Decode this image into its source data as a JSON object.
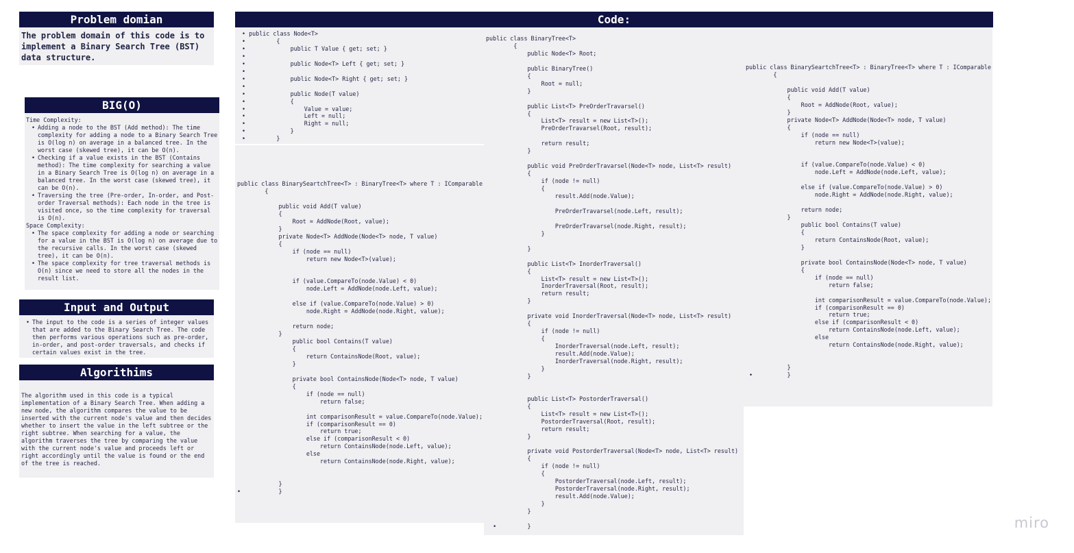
{
  "problem": {
    "title": "Problem domian",
    "text": "The problem domain of this code is to implement a Binary Search Tree (BST) data structure."
  },
  "bigo": {
    "title": "BIG(O)",
    "time_heading": "Time Complexity:",
    "time_items": [
      "Adding a node to the BST (Add method): The time complexity for adding a node to a Binary Search Tree is O(log n) on average in a balanced tree. In the worst case (skewed tree), it can be O(n).",
      "Checking if a value exists in the BST (Contains method): The time complexity for searching a value in a Binary Search Tree is O(log n) on average in a balanced tree. In the worst case (skewed tree), it can be O(n).",
      "Traversing the tree (Pre-order, In-order, and Post-order Traversal methods): Each node in the tree is visited once, so the time complexity for traversal is O(n)."
    ],
    "space_heading": "Space Complexity:",
    "space_items": [
      "The space complexity for adding a node or searching for a value in the BST is O(log n) on average due to the recursive calls. In the worst case (skewed tree), it can be O(n).",
      "The space complexity for tree traversal methods is O(n) since we need to store all the nodes in the result list."
    ]
  },
  "io": {
    "title": "Input and Output",
    "items": [
      "The input to the code is a series of integer values that are added to the Binary Search Tree. The code then performs various operations such as pre-order, in-order, and post-order traversals, and checks if certain values exist in the tree."
    ]
  },
  "algorithms": {
    "title": "Algorithims",
    "text": "The algorithm used in this code is a typical implementation of a Binary Search Tree. When adding a new node, the algorithm compares the value to be inserted with the current node's value and then decides whether to insert the value in the left subtree or the right subtree. When searching for a value, the algorithm traverses the tree by comparing the value with the current node's value and proceeds left or right accordingly until the value is found or the end of the tree is reached."
  },
  "code": {
    "title": "Code:",
    "node_class": "• public class Node<T>\n•         {\n•             public T Value { get; set; }\n•\n•             public Node<T> Left { get; set; }\n•\n•             public Node<T> Right { get; set; }\n•\n•             public Node(T value)\n•             {\n•                 Value = value;\n•                 Left = null;\n•                 Right = null;\n•             }\n•         }",
    "bst_class_a": "public class BinarySeartchTree<T> : BinaryTree<T> where T : IComparable\n        {\n\n            public void Add(T value)\n            {\n                Root = AddNode(Root, value);\n            }\n            private Node<T> AddNode(Node<T> node, T value)\n            {\n                if (node == null)\n                    return new Node<T>(value);\n\n\n                if (value.CompareTo(node.Value) < 0)\n                    node.Left = AddNode(node.Left, value);\n\n                else if (value.CompareTo(node.Value) > 0)\n                    node.Right = AddNode(node.Right, value);\n\n                return node;\n            }\n                public bool Contains(T value)\n                {\n                    return ContainsNode(Root, value);\n                }\n\n                private bool ContainsNode(Node<T> node, T value)\n                {\n                    if (node == null)\n                        return false;\n\n                    int comparisonResult = value.CompareTo(node.Value);\n                    if (comparisonResult == 0)\n                        return true;\n                    else if (comparisonResult < 0)\n                        return ContainsNode(node.Left, value);\n                    else\n                        return ContainsNode(node.Right, value);\n\n\n            }\n•           }",
    "binary_tree_class": "public class BinaryTree<T>\n        {\n            public Node<T> Root;\n\n            public BinaryTree()\n            {\n                Root = null;\n            }\n\n            public List<T> PreOrderTravarsel()\n            {\n                List<T> result = new List<T>();\n                PreOrderTravarsel(Root, result);\n\n                return result;\n            }\n\n            public void PreOrderTravarsel(Node<T> node, List<T> result)\n            {\n                if (node != null)\n                {\n                    result.Add(node.Value);\n\n                    PreOrderTravarsel(node.Left, result);\n\n                    PreOrderTravarsel(node.Right, result);\n                }\n\n            }\n\n            public List<T> InorderTraversal()\n            {\n                List<T> result = new List<T>();\n                InorderTraversal(Root, result);\n                return result;\n            }\n\n            private void InorderTraversal(Node<T> node, List<T> result)\n            {\n                if (node != null)\n                {\n                    InorderTraversal(node.Left, result);\n                    result.Add(node.Value);\n                    InorderTraversal(node.Right, result);\n                }\n            }\n\n\n            public List<T> PostorderTraversal()\n            {\n                List<T> result = new List<T>();\n                PostorderTraversal(Root, result);\n                return result;\n            }\n\n            private void PostorderTraversal(Node<T> node, List<T> result)\n            {\n                if (node != null)\n                {\n                    PostorderTraversal(node.Left, result);\n                    PostorderTraversal(node.Right, result);\n                    result.Add(node.Value);\n                }\n            }\n\n  •         }",
    "bst_class_b": "public class BinarySeartchTree<T> : BinaryTree<T> where T : IComparable\n        {\n\n            public void Add(T value)\n            {\n                Root = AddNode(Root, value);\n            }\n            private Node<T> AddNode(Node<T> node, T value)\n            {\n                if (node == null)\n                    return new Node<T>(value);\n\n\n                if (value.CompareTo(node.Value) < 0)\n                    node.Left = AddNode(node.Left, value);\n\n                else if (value.CompareTo(node.Value) > 0)\n                    node.Right = AddNode(node.Right, value);\n\n                return node;\n            }\n                public bool Contains(T value)\n                {\n                    return ContainsNode(Root, value);\n                }\n\n                private bool ContainsNode(Node<T> node, T value)\n                {\n                    if (node == null)\n                        return false;\n\n                    int comparisonResult = value.CompareTo(node.Value);\n                    if (comparisonResult == 0)\n                        return true;\n                    else if (comparisonResult < 0)\n                        return ContainsNode(node.Left, value);\n                    else\n                        return ContainsNode(node.Right, value);\n\n\n            }\n •          }"
  },
  "branding": {
    "logo": "miro"
  },
  "colors": {
    "header_bg": "#0f1242",
    "card_bg": "#f0eff1",
    "text": "#1f2345",
    "logo": "#c7c9d1"
  }
}
